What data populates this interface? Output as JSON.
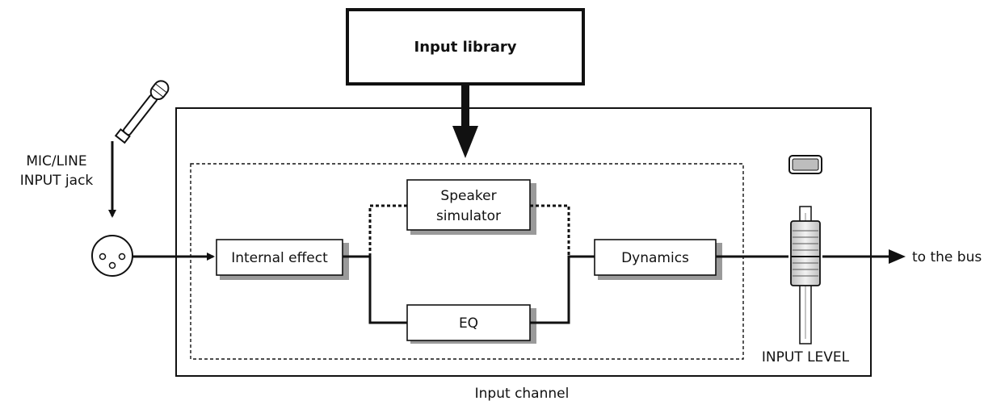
{
  "library_box": {
    "title": "Input library"
  },
  "mic": {
    "label_line1": "MIC/LINE",
    "label_line2": "INPUT jack"
  },
  "blocks": {
    "internal_effect": "Internal effect",
    "speaker_line1": "Speaker",
    "speaker_line2": "simulator",
    "eq": "EQ",
    "dynamics": "Dynamics"
  },
  "fader": {
    "label": "INPUT LEVEL"
  },
  "output": {
    "label": "to the bus"
  },
  "channel": {
    "label": "Input channel"
  }
}
